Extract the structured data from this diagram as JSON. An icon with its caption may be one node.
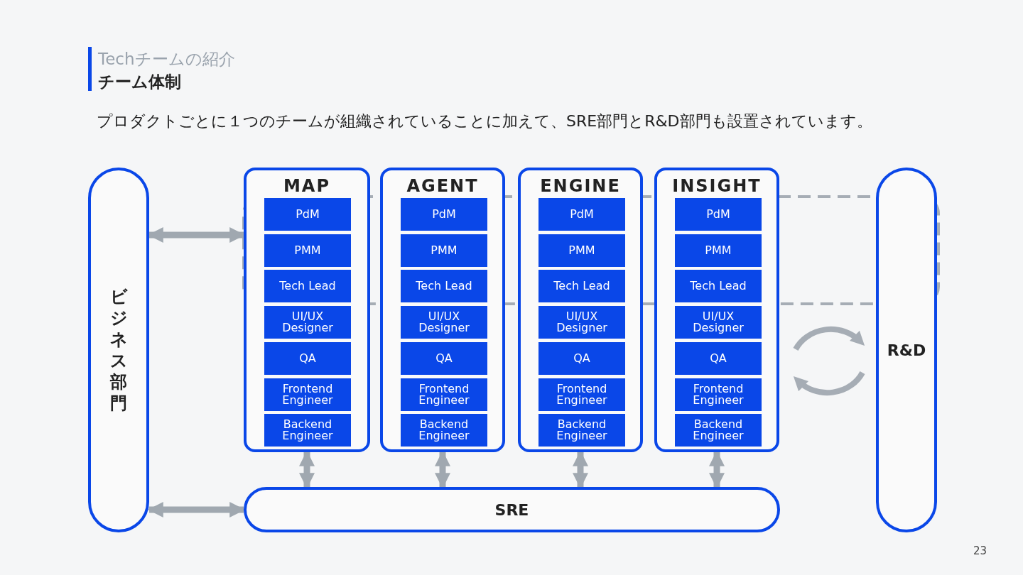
{
  "diagram": {
    "title": "チーム体制",
    "nodes": [
      {
        "text": [
          "ビジネス部門"
        ]
      },
      {
        "text": [
          "MAP"
        ]
      },
      {
        "text": [
          "PdM"
        ],
        "in": 1
      },
      {
        "text": [
          "PMM"
        ],
        "in": 1
      },
      {
        "text": [
          "Tech Lead"
        ],
        "in": 1
      },
      {
        "text": [
          "UI/UX Designer"
        ],
        "in": 1
      },
      {
        "text": [
          "QA"
        ],
        "in": 1
      },
      {
        "text": [
          "Frontend Engineer"
        ],
        "in": 1
      },
      {
        "text": [
          "Backend Engineer"
        ],
        "in": 1
      },
      {
        "text": [
          "AGENT"
        ]
      },
      {
        "text": [
          "PdM"
        ],
        "in": 9
      },
      {
        "text": [
          "PMM"
        ],
        "in": 9
      },
      {
        "text": [
          "Tech Lead"
        ],
        "in": 9
      },
      {
        "text": [
          "UI/UX Designer"
        ],
        "in": 9
      },
      {
        "text": [
          "QA"
        ],
        "in": 9
      },
      {
        "text": [
          "Frontend Engineer"
        ],
        "in": 9
      },
      {
        "text": [
          "Backend Engineer"
        ],
        "in": 9
      },
      {
        "text": [
          "ENGINE"
        ]
      },
      {
        "text": [
          "PdM"
        ],
        "in": 17
      },
      {
        "text": [
          "PMM"
        ],
        "in": 17
      },
      {
        "text": [
          "Tech Lead"
        ],
        "in": 17
      },
      {
        "text": [
          "UI/UX Designer"
        ],
        "in": 17
      },
      {
        "text": [
          "QA"
        ],
        "in": 17
      },
      {
        "text": [
          "Frontend Engineer"
        ],
        "in": 17
      },
      {
        "text": [
          "Backend Engineer"
        ],
        "in": 17
      },
      {
        "text": [
          "INSIGHT"
        ]
      },
      {
        "text": [
          "PdM"
        ],
        "in": 25
      },
      {
        "text": [
          "PMM"
        ],
        "in": 25
      },
      {
        "text": [
          "Tech Lead"
        ],
        "in": 25
      },
      {
        "text": [
          "UI/UX Designer"
        ],
        "in": 25
      },
      {
        "text": [
          "QA"
        ],
        "in": 25
      },
      {
        "text": [
          "Frontend Engineer"
        ],
        "in": 25
      },
      {
        "text": [
          "Backend Engineer"
        ],
        "in": 25
      },
      {
        "text": [
          "SRE"
        ]
      },
      {
        "text": [
          "R&D"
        ]
      }
    ],
    "edges": [
      {
        "from": 0,
        "to": 1,
        "arrow": "both"
      },
      {
        "from": 0,
        "to": 33,
        "arrow": "both"
      },
      {
        "from": 1,
        "to": 33,
        "arrow": "both"
      },
      {
        "from": 9,
        "to": 33,
        "arrow": "both"
      },
      {
        "from": 17,
        "to": 33,
        "arrow": "both"
      },
      {
        "from": 25,
        "to": 33,
        "arrow": "both"
      }
    ],
    "labels": [
      "Techチームの紹介",
      "プロダクトごとに１つのチームが組織されていることに加えて、SRE部門とR&D部門も設置されています。",
      "23"
    ]
  }
}
